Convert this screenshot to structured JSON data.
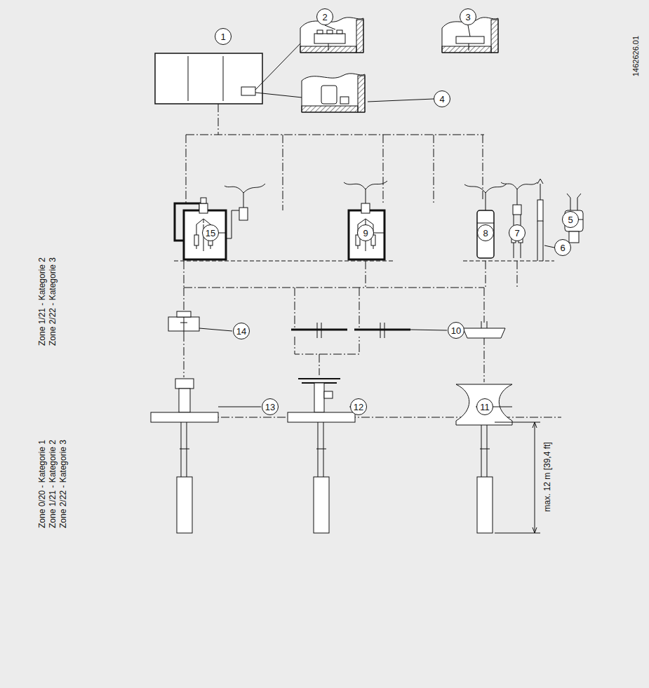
{
  "diagram": {
    "nodes": [
      {
        "text": [
          "1"
        ]
      },
      {
        "text": [
          "2"
        ]
      },
      {
        "text": [
          "3"
        ]
      },
      {
        "text": [
          "4"
        ]
      },
      {
        "text": [
          "5"
        ]
      },
      {
        "text": [
          "6"
        ]
      },
      {
        "text": [
          "7"
        ]
      },
      {
        "text": [
          "8"
        ]
      },
      {
        "text": [
          "9"
        ]
      },
      {
        "text": [
          "10"
        ]
      },
      {
        "text": [
          "11"
        ]
      },
      {
        "text": [
          "12"
        ]
      },
      {
        "text": [
          "13"
        ]
      },
      {
        "text": [
          "14"
        ]
      },
      {
        "text": [
          "15"
        ]
      }
    ],
    "labels": [
      "Zone 1/21 - Kategorie 2",
      "Zone 2/22 - Kategorie 3",
      "Zone 0/20 - Kategorie 1",
      "Zone 1/21 - Kategorie 2",
      "Zone 2/22 - Kategorie 3",
      "max. 12 m [39,4 ft]",
      "1462626.01"
    ]
  }
}
